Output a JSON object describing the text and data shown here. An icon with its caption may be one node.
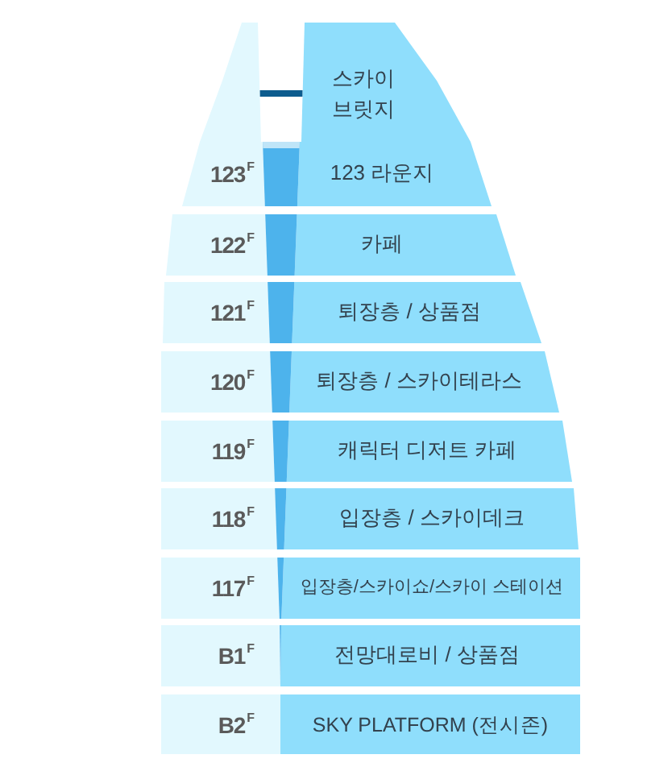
{
  "diagram": {
    "nodes": [
      {
        "text": [],
        "shape": "spire"
      },
      {
        "text": [
          "스카이 브릿지"
        ]
      },
      {
        "text": [
          "123$^{F}$",
          "123 라운지"
        ]
      },
      {
        "text": [
          "122$^{F}$",
          "카페"
        ]
      },
      {
        "text": [
          "121$^{F}$",
          "퇴장층 / 상품점"
        ]
      },
      {
        "text": [
          "120$^{F}$",
          "퇴장층 / 스카이테라스"
        ]
      },
      {
        "text": [
          "119$^{F}$",
          "캐릭터 디저트 카페"
        ]
      },
      {
        "text": [
          "118$^{F}$",
          "입장층 / 스카이데크"
        ]
      },
      {
        "text": [
          "117$^{F}$",
          "입장층/스카이쇼/스카이 스테이션"
        ]
      },
      {
        "text": [
          "B1$^{F}$",
          "전망대로비 / 상품점"
        ]
      },
      {
        "text": [
          "B2$^{F}$",
          "SKY PLATFORM (전시존)"
        ]
      }
    ],
    "edges": [
      {
        "from": 0,
        "to": 1,
        "arrow": "none"
      }
    ]
  }
}
